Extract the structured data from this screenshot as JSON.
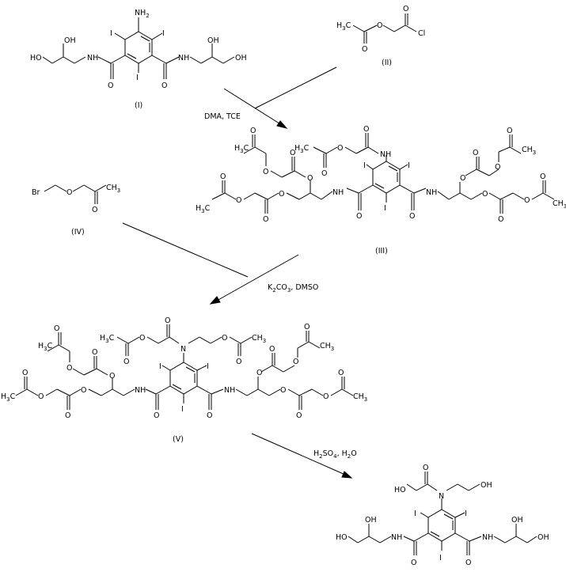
{
  "compounds": {
    "c1": {
      "label": "(I)"
    },
    "c2": {
      "label": "(II)"
    },
    "c3": {
      "label": "(III)"
    },
    "c4": {
      "label": "(IV)"
    },
    "c5": {
      "label": "(V)"
    }
  },
  "conditions": {
    "step1": "DMA, TCE",
    "step2": {
      "k": "K",
      "sub1": "2",
      "co": "CO",
      "sub2": "3",
      "rest": ", DMSO"
    },
    "step3": {
      "h": "H",
      "sub1": "2",
      "so": "SO",
      "sub2": "4",
      "rest": ", H",
      "sub3": "2",
      "o": "O"
    }
  },
  "atoms": {
    "ho": "HO",
    "oh": "OH",
    "h": "H",
    "n": "N",
    "nh2": "NH",
    "two": "2",
    "i": "I",
    "h3c": "H",
    "three": "3",
    "c": "C",
    "cl": "Cl",
    "br": "Br"
  }
}
